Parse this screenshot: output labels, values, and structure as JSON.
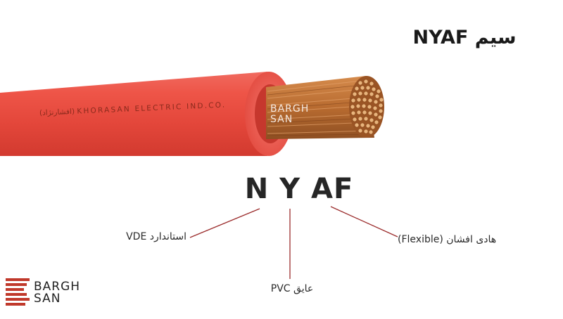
{
  "title": "سیم NYAF",
  "cable_marking": "(افشارنژاد) KHORASAN  ELECTRIC  IND.CO.",
  "code": "N Y AF",
  "labels": {
    "standard": "استاندارد VDE",
    "insulation": "عایق PVC",
    "conductor": "هادی افشان (Flexible)"
  },
  "brand": {
    "line1": "BARGH",
    "line2": "SAN",
    "logo_color": "#c0392b"
  },
  "colors": {
    "insulation": "#e8473c",
    "copper": "#c77b3a",
    "pointer_lines": "#9b2c2c"
  }
}
